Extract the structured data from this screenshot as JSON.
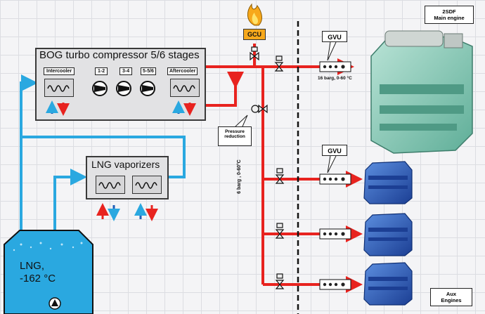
{
  "compressor": {
    "title": "BOG turbo compressor 5/6 stages",
    "intercooler": "Intercooler",
    "aftercooler": "Aftercooler",
    "stages": [
      "1-2",
      "3-4",
      "5-5/6"
    ]
  },
  "vaporizers": {
    "title": "LNG vaporizers"
  },
  "tank": {
    "line1": "LNG,",
    "line2": "-162 °C"
  },
  "gcu": {
    "label": "GCU"
  },
  "gvu_main": {
    "label": "GVU",
    "spec": "16 barg, 0-60 °C"
  },
  "gvu_aux": {
    "label": "GVU"
  },
  "pressure_reduction": {
    "label_1": "Pressure",
    "label_2": "reduction"
  },
  "aux_line_label": "6 barg , 0-60°C",
  "main_engine": {
    "line1": "2SDF",
    "line2": "Main engine"
  },
  "aux_engines": {
    "line1": "Aux",
    "line2": "Engines"
  },
  "colors": {
    "hot": "#e8231f",
    "cold": "#2aa8e0",
    "arrow_blue": "#1f5fb8"
  }
}
